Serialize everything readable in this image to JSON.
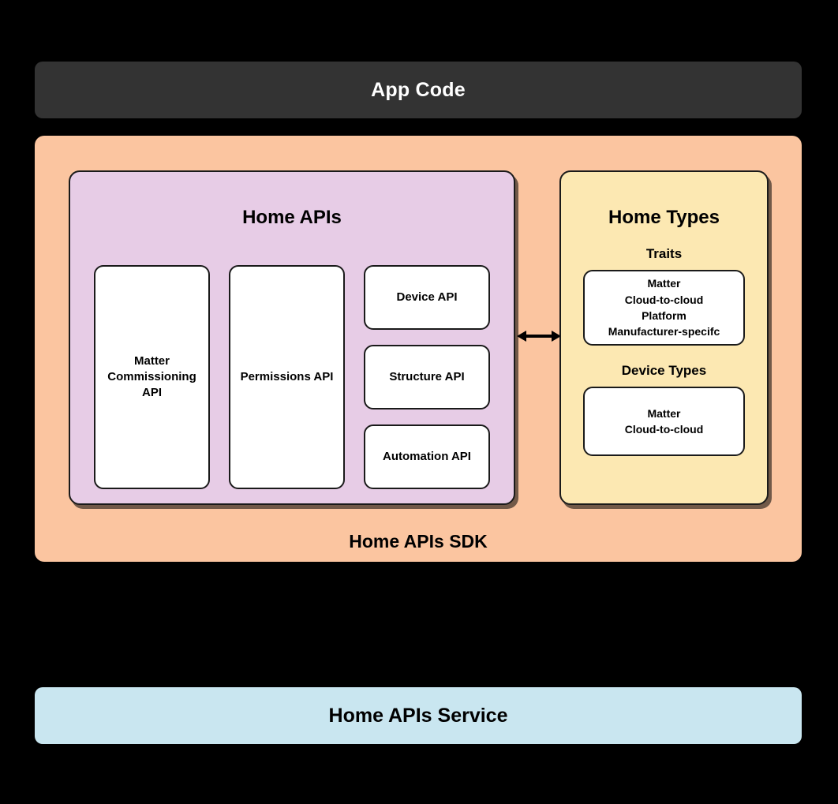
{
  "diagram": {
    "background_color": "#000000",
    "app_code": {
      "label": "App Code",
      "fill": "#333333",
      "text_color": "#FFFFFF"
    },
    "sdk": {
      "label": "Home APIs SDK",
      "fill": "#FBC5A0"
    },
    "home_apis": {
      "title": "Home APIs",
      "fill": "#E7CCE6",
      "cards": [
        {
          "label": "Matter\nCommissioning\nAPI",
          "name": "matter-commissioning-api"
        },
        {
          "label": "Permissions API",
          "name": "permissions-api"
        },
        {
          "label": "Device API",
          "name": "device-api"
        },
        {
          "label": "Structure API",
          "name": "structure-api"
        },
        {
          "label": "Automation API",
          "name": "automation-api"
        }
      ]
    },
    "home_types": {
      "title": "Home Types",
      "fill": "#FCE8B2",
      "traits": {
        "heading": "Traits",
        "items": "Matter\nCloud-to-cloud\nPlatform\nManufacturer-specifc"
      },
      "device_types": {
        "heading": "Device Types",
        "items": "Matter\nCloud-to-cloud"
      }
    },
    "connector": {
      "name": "bidirectional-arrow-icon",
      "color": "#000000"
    },
    "service": {
      "label": "Home APIs Service",
      "fill": "#C9E6F0"
    }
  }
}
